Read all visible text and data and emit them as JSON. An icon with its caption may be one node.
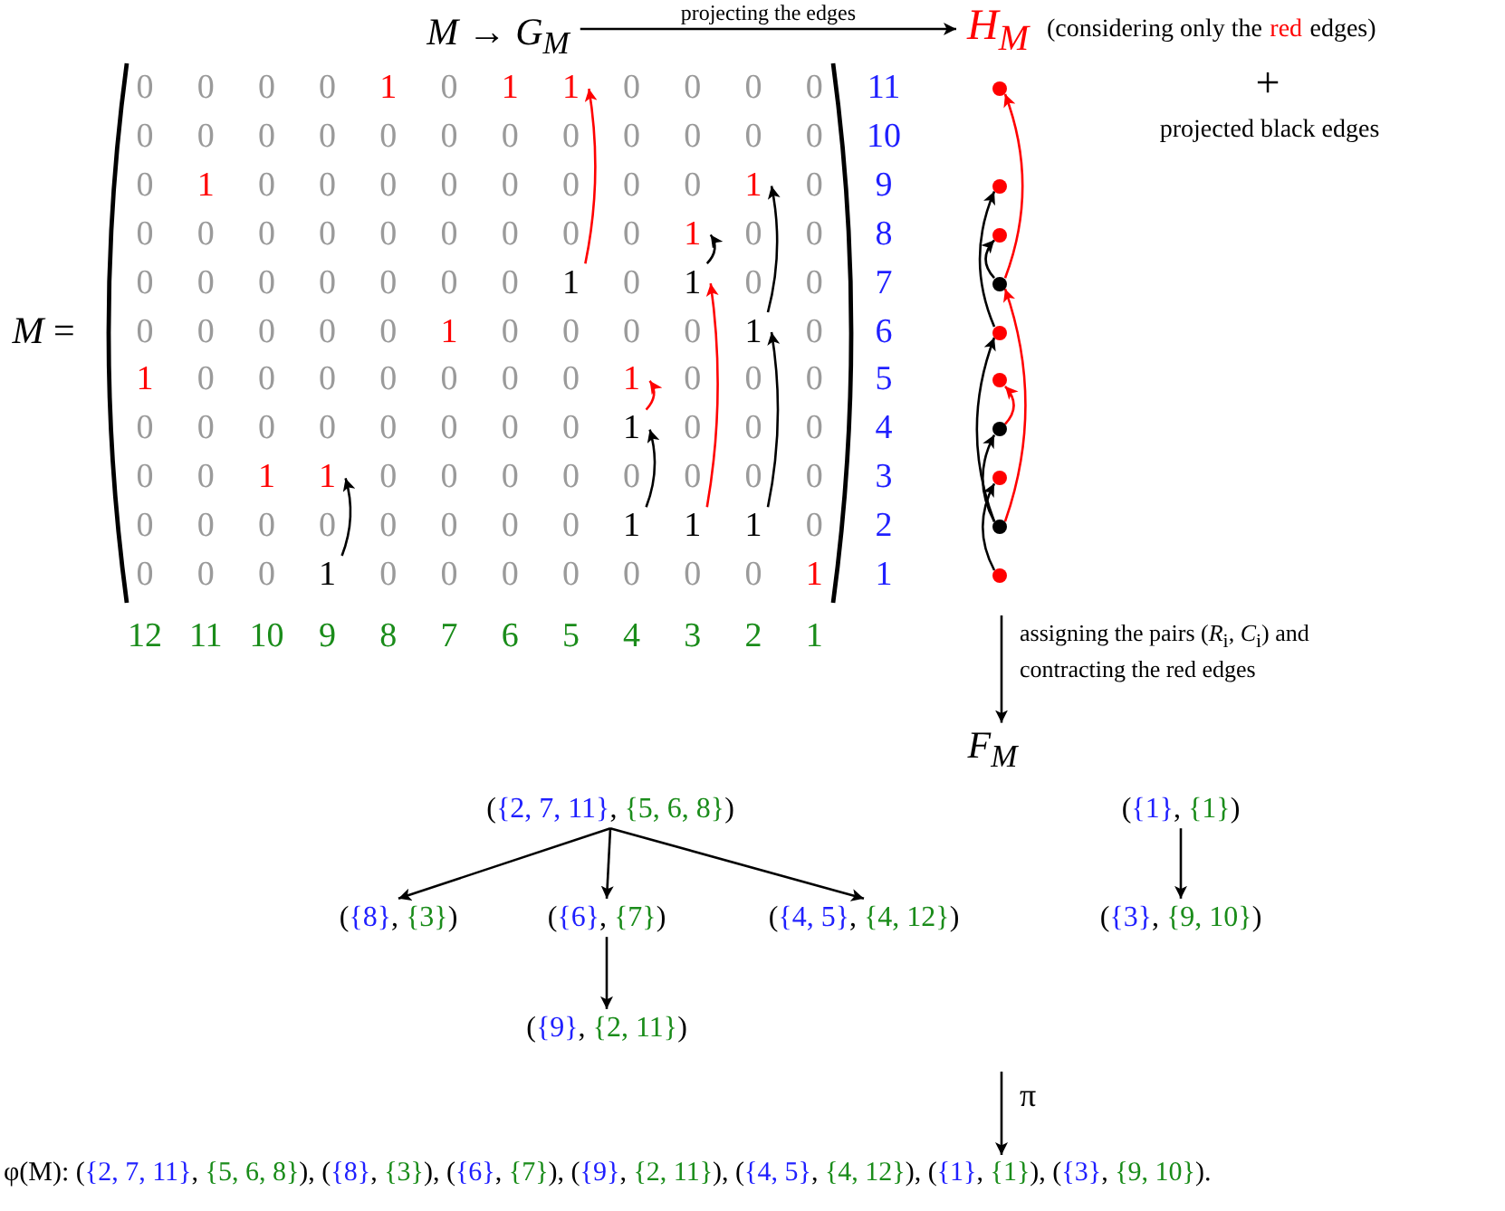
{
  "diagram": {
    "nodes": [
      {
        "text": [
          "M → G$_{M}$"
        ]
      },
      {
        "text": [
          "H$_{M}$"
        ],
        "beside": [
          "(considering only the",
          "red",
          "edges)"
        ]
      },
      {
        "text": [
          "1"
        ]
      },
      {
        "text": [
          "1"
        ]
      },
      {
        "text": [
          "1"
        ]
      },
      {
        "text": [
          "1"
        ]
      },
      {
        "text": [
          "1"
        ]
      },
      {
        "text": [
          "1"
        ]
      },
      {
        "text": [
          "1"
        ]
      },
      {
        "text": [
          "1"
        ]
      },
      {
        "text": [
          "1"
        ]
      },
      {
        "text": [
          "1"
        ]
      },
      {
        "text": [
          "1"
        ]
      },
      {
        "text": [
          "1"
        ]
      },
      {
        "text": [
          "1"
        ]
      },
      {
        "text": [],
        "shape": "circle"
      },
      {
        "text": [],
        "shape": "circle"
      },
      {
        "text": [],
        "shape": "circle"
      },
      {
        "text": [],
        "shape": "circle"
      },
      {
        "text": [],
        "shape": "circle"
      },
      {
        "text": [],
        "shape": "circle"
      },
      {
        "text": [],
        "shape": "circle"
      },
      {
        "text": [],
        "shape": "circle"
      },
      {
        "text": [],
        "shape": "circle"
      },
      {
        "text": [],
        "shape": "circle"
      },
      {
        "text": [
          "F$_{M}$"
        ]
      },
      {
        "text": [
          "({2, 7, 11}, {5, 6, 8})"
        ]
      },
      {
        "text": [
          "({1}, {1})"
        ]
      },
      {
        "text": [
          "({8}, {3})"
        ]
      },
      {
        "text": [
          "({6}, {7})"
        ]
      },
      {
        "text": [
          "({4, 5}, {4, 12})"
        ]
      },
      {
        "text": [
          "({3}, {9, 10})"
        ]
      },
      {
        "text": [
          "({9}, {2, 11})"
        ]
      },
      {
        "text": [
          "φ(M): ({2, 7, 11}, {5, 6, 8}), ({8}, {3}), ({6}, {7}), ({9}, {2, 11}), ({4, 5}, {4, 12}), ({1}, {1}), ({3}, {9, 10})."
        ]
      }
    ],
    "edges": [
      {
        "from": 0,
        "to": 1,
        "arrow": "to",
        "label": "projecting the edges"
      },
      {
        "from": 5,
        "to": 2,
        "arrow": "to",
        "color": "#ff0000"
      },
      {
        "from": 14,
        "to": 10,
        "arrow": "to"
      },
      {
        "from": 11,
        "to": 9,
        "arrow": "to"
      },
      {
        "from": 9,
        "to": 8,
        "arrow": "to",
        "color": "#ff0000"
      },
      {
        "from": 12,
        "to": 6,
        "arrow": "to",
        "color": "#ff0000"
      },
      {
        "from": 6,
        "to": 4,
        "arrow": "to"
      },
      {
        "from": 13,
        "to": 7,
        "arrow": "to"
      },
      {
        "from": 7,
        "to": 3,
        "arrow": "to"
      },
      {
        "from": 18,
        "to": 15,
        "arrow": "to",
        "color": "#ff0000"
      },
      {
        "from": 18,
        "to": 17,
        "arrow": "to"
      },
      {
        "from": 19,
        "to": 16,
        "arrow": "to"
      },
      {
        "from": 23,
        "to": 18,
        "arrow": "to",
        "color": "#ff0000"
      },
      {
        "from": 23,
        "to": 19,
        "arrow": "to"
      },
      {
        "from": 21,
        "to": 20,
        "arrow": "to",
        "color": "#ff0000"
      },
      {
        "from": 23,
        "to": 21,
        "arrow": "to"
      },
      {
        "from": 24,
        "to": 22,
        "arrow": "to"
      },
      {
        "from": null,
        "to": 25,
        "arrow": "to",
        "label": "assigning the pairs (*R*$_{i}$, *C*$_{i}$) and contracting the red edges"
      },
      {
        "from": 26,
        "to": 28,
        "arrow": "to"
      },
      {
        "from": 26,
        "to": 29,
        "arrow": "to"
      },
      {
        "from": 26,
        "to": 30,
        "arrow": "to"
      },
      {
        "from": 29,
        "to": 32,
        "arrow": "to"
      },
      {
        "from": 27,
        "to": 31,
        "arrow": "to"
      },
      {
        "from": null,
        "to": 33,
        "arrow": "to",
        "label": "π"
      }
    ],
    "labels": [
      "+",
      "projected black edges",
      "*M* =",
      "0",
      "0",
      "0",
      "0",
      "1",
      "0",
      "1",
      "0",
      "0",
      "0",
      "0",
      "11",
      "0",
      "0",
      "0",
      "0",
      "0",
      "0",
      "0",
      "0",
      "0",
      "0",
      "0",
      "0",
      "10",
      "0",
      "1",
      "0",
      "0",
      "0",
      "0",
      "0",
      "0",
      "0",
      "0",
      "0",
      "9",
      "0",
      "0",
      "0",
      "0",
      "0",
      "0",
      "0",
      "0",
      "0",
      "0",
      "0",
      "8",
      "0",
      "0",
      "0",
      "0",
      "0",
      "0",
      "0",
      "0",
      "0",
      "0",
      "7",
      "0",
      "0",
      "0",
      "0",
      "0",
      "1",
      "0",
      "0",
      "0",
      "0",
      "0",
      "6",
      "1",
      "0",
      "0",
      "0",
      "0",
      "0",
      "0",
      "0",
      "0",
      "0",
      "0",
      "5",
      "0",
      "0",
      "0",
      "0",
      "0",
      "0",
      "0",
      "0",
      "0",
      "0",
      "0",
      "4",
      "0",
      "0",
      "1",
      "0",
      "0",
      "0",
      "0",
      "0",
      "0",
      "0",
      "0",
      "3",
      "0",
      "0",
      "0",
      "0",
      "0",
      "0",
      "0",
      "0",
      "0",
      "2",
      "0",
      "0",
      "0",
      "0",
      "0",
      "0",
      "0",
      "0",
      "0",
      "0",
      "1",
      "1",
      "12",
      "11",
      "10",
      "9",
      "8",
      "7",
      "6",
      "5",
      "4",
      "3",
      "2",
      "1"
    ]
  }
}
